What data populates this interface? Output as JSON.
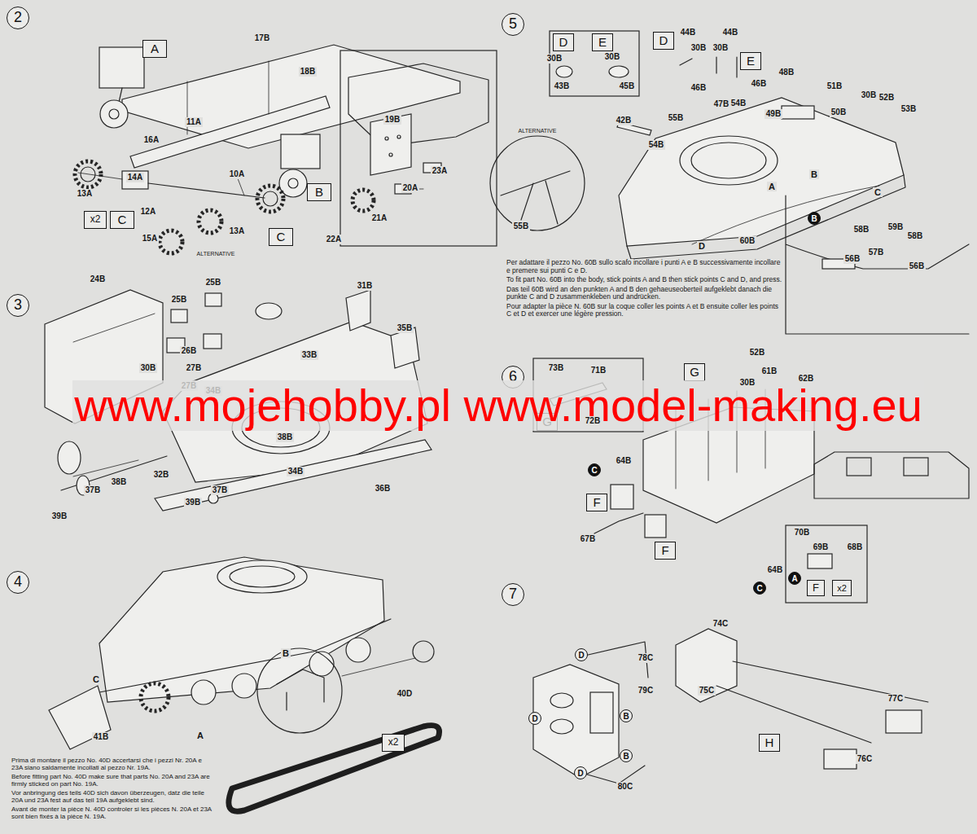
{
  "diagram": {
    "nodes": [
      {
        "text": [
          "2"
        ]
      },
      {
        "text": [
          "A"
        ]
      },
      {
        "text": [
          "B"
        ]
      },
      {
        "text": [
          "x2"
        ]
      },
      {
        "text": [
          "C"
        ]
      },
      {
        "text": [
          "C"
        ]
      },
      {
        "text": [
          "3"
        ]
      },
      {
        "text": [
          "4"
        ]
      },
      {
        "text": [
          "x2"
        ]
      },
      {
        "text": [
          "B"
        ]
      },
      {
        "text": [
          "5"
        ]
      },
      {
        "text": [
          "D"
        ]
      },
      {
        "text": [
          "E"
        ]
      },
      {
        "text": [
          "D"
        ]
      },
      {
        "text": [
          "E"
        ]
      },
      {
        "text": [
          "B"
        ]
      },
      {
        "text": [
          "6"
        ]
      },
      {
        "text": [
          "G"
        ]
      },
      {
        "text": [
          "G"
        ]
      },
      {
        "text": [
          "F"
        ]
      },
      {
        "text": [
          "F"
        ]
      },
      {
        "text": [
          "C"
        ]
      },
      {
        "text": [
          "C"
        ]
      },
      {
        "text": [
          "A"
        ]
      },
      {
        "text": [
          "F"
        ]
      },
      {
        "text": [
          "x2"
        ]
      },
      {
        "text": [
          "7"
        ]
      },
      {
        "text": [
          "D"
        ]
      },
      {
        "text": [
          "D"
        ]
      },
      {
        "text": [
          "B"
        ]
      },
      {
        "text": [
          "B"
        ]
      },
      {
        "text": [
          "D"
        ]
      },
      {
        "text": [
          "H"
        ]
      }
    ],
    "labels": [
      "17B",
      "18B",
      "11A",
      "16A",
      "10A",
      "14A",
      "13A",
      "12A",
      "13A",
      "15A",
      "ALTERNATIVE",
      "19B",
      "23A",
      "20A",
      "21A",
      "22A",
      "24B",
      "25B",
      "25B",
      "31B",
      "35B",
      "26B",
      "33B",
      "30B",
      "27B",
      "27B",
      "34B",
      "www.mojehobby.pl www.model-making.eu",
      "38B",
      "34B",
      "32B",
      "38B",
      "36B",
      "37B",
      "37B",
      "39B",
      "39B",
      "B",
      "C",
      "40D",
      "A",
      "41B",
      "Prima di montare il pezzo No. 40D accertarsi che i pezzi Nr. 20A e 23A siano saldamente incollati al pezzo Nr. 19A.",
      "Before fitting part No. 40D make sure that parts No. 20A and 23A are firmly sticked on part No. 19A.",
      "Vor anbringung des teils 40D sich davon überzeugen, datz die teile 20A und 23A fest auf das teil 19A aufgeklebt sind.",
      "Avant de monter la pièce N. 40D controler si les pièces N. 20A et 23A sont bien fixés à la pièce N. 19A.",
      "44B",
      "44B",
      "30B",
      "30B",
      "30B",
      "30B",
      "48B",
      "43B",
      "45B",
      "46B",
      "46B",
      "51B",
      "30B",
      "52B",
      "47B",
      "54B",
      "53B",
      "49B",
      "50B",
      "55B",
      "42B",
      "ALTERNATIVE",
      "54B",
      "B",
      "A",
      "C",
      "55B",
      "59B",
      "58B",
      "58B",
      "60B",
      "D",
      "57B",
      "56B",
      "56B",
      "Per adattare il pezzo No. 60B sullo scafo incollare i punti A e B successivamente incollare e premere sui punti C e D.",
      "To fit part No. 60B into the body, stick points A and B then stick points C and D, and press.",
      "Das teil 60B wird an den punkten A and B den gehaeuseoberteil aufgeklebt danach die punkte C and D zusammenkleben und andrücken.",
      "Pour adapter la pièce N. 60B sur la coque coller les points A et B ensuite coller les points C et D et exercer une légère pression.",
      "52B",
      "73B",
      "71B",
      "61B",
      "62B",
      "30B",
      "72B",
      "64B",
      "70B",
      "67B",
      "69B",
      "68B",
      "64B",
      "74C",
      "78C",
      "79C",
      "75C",
      "77C",
      "76C",
      "80C"
    ]
  }
}
